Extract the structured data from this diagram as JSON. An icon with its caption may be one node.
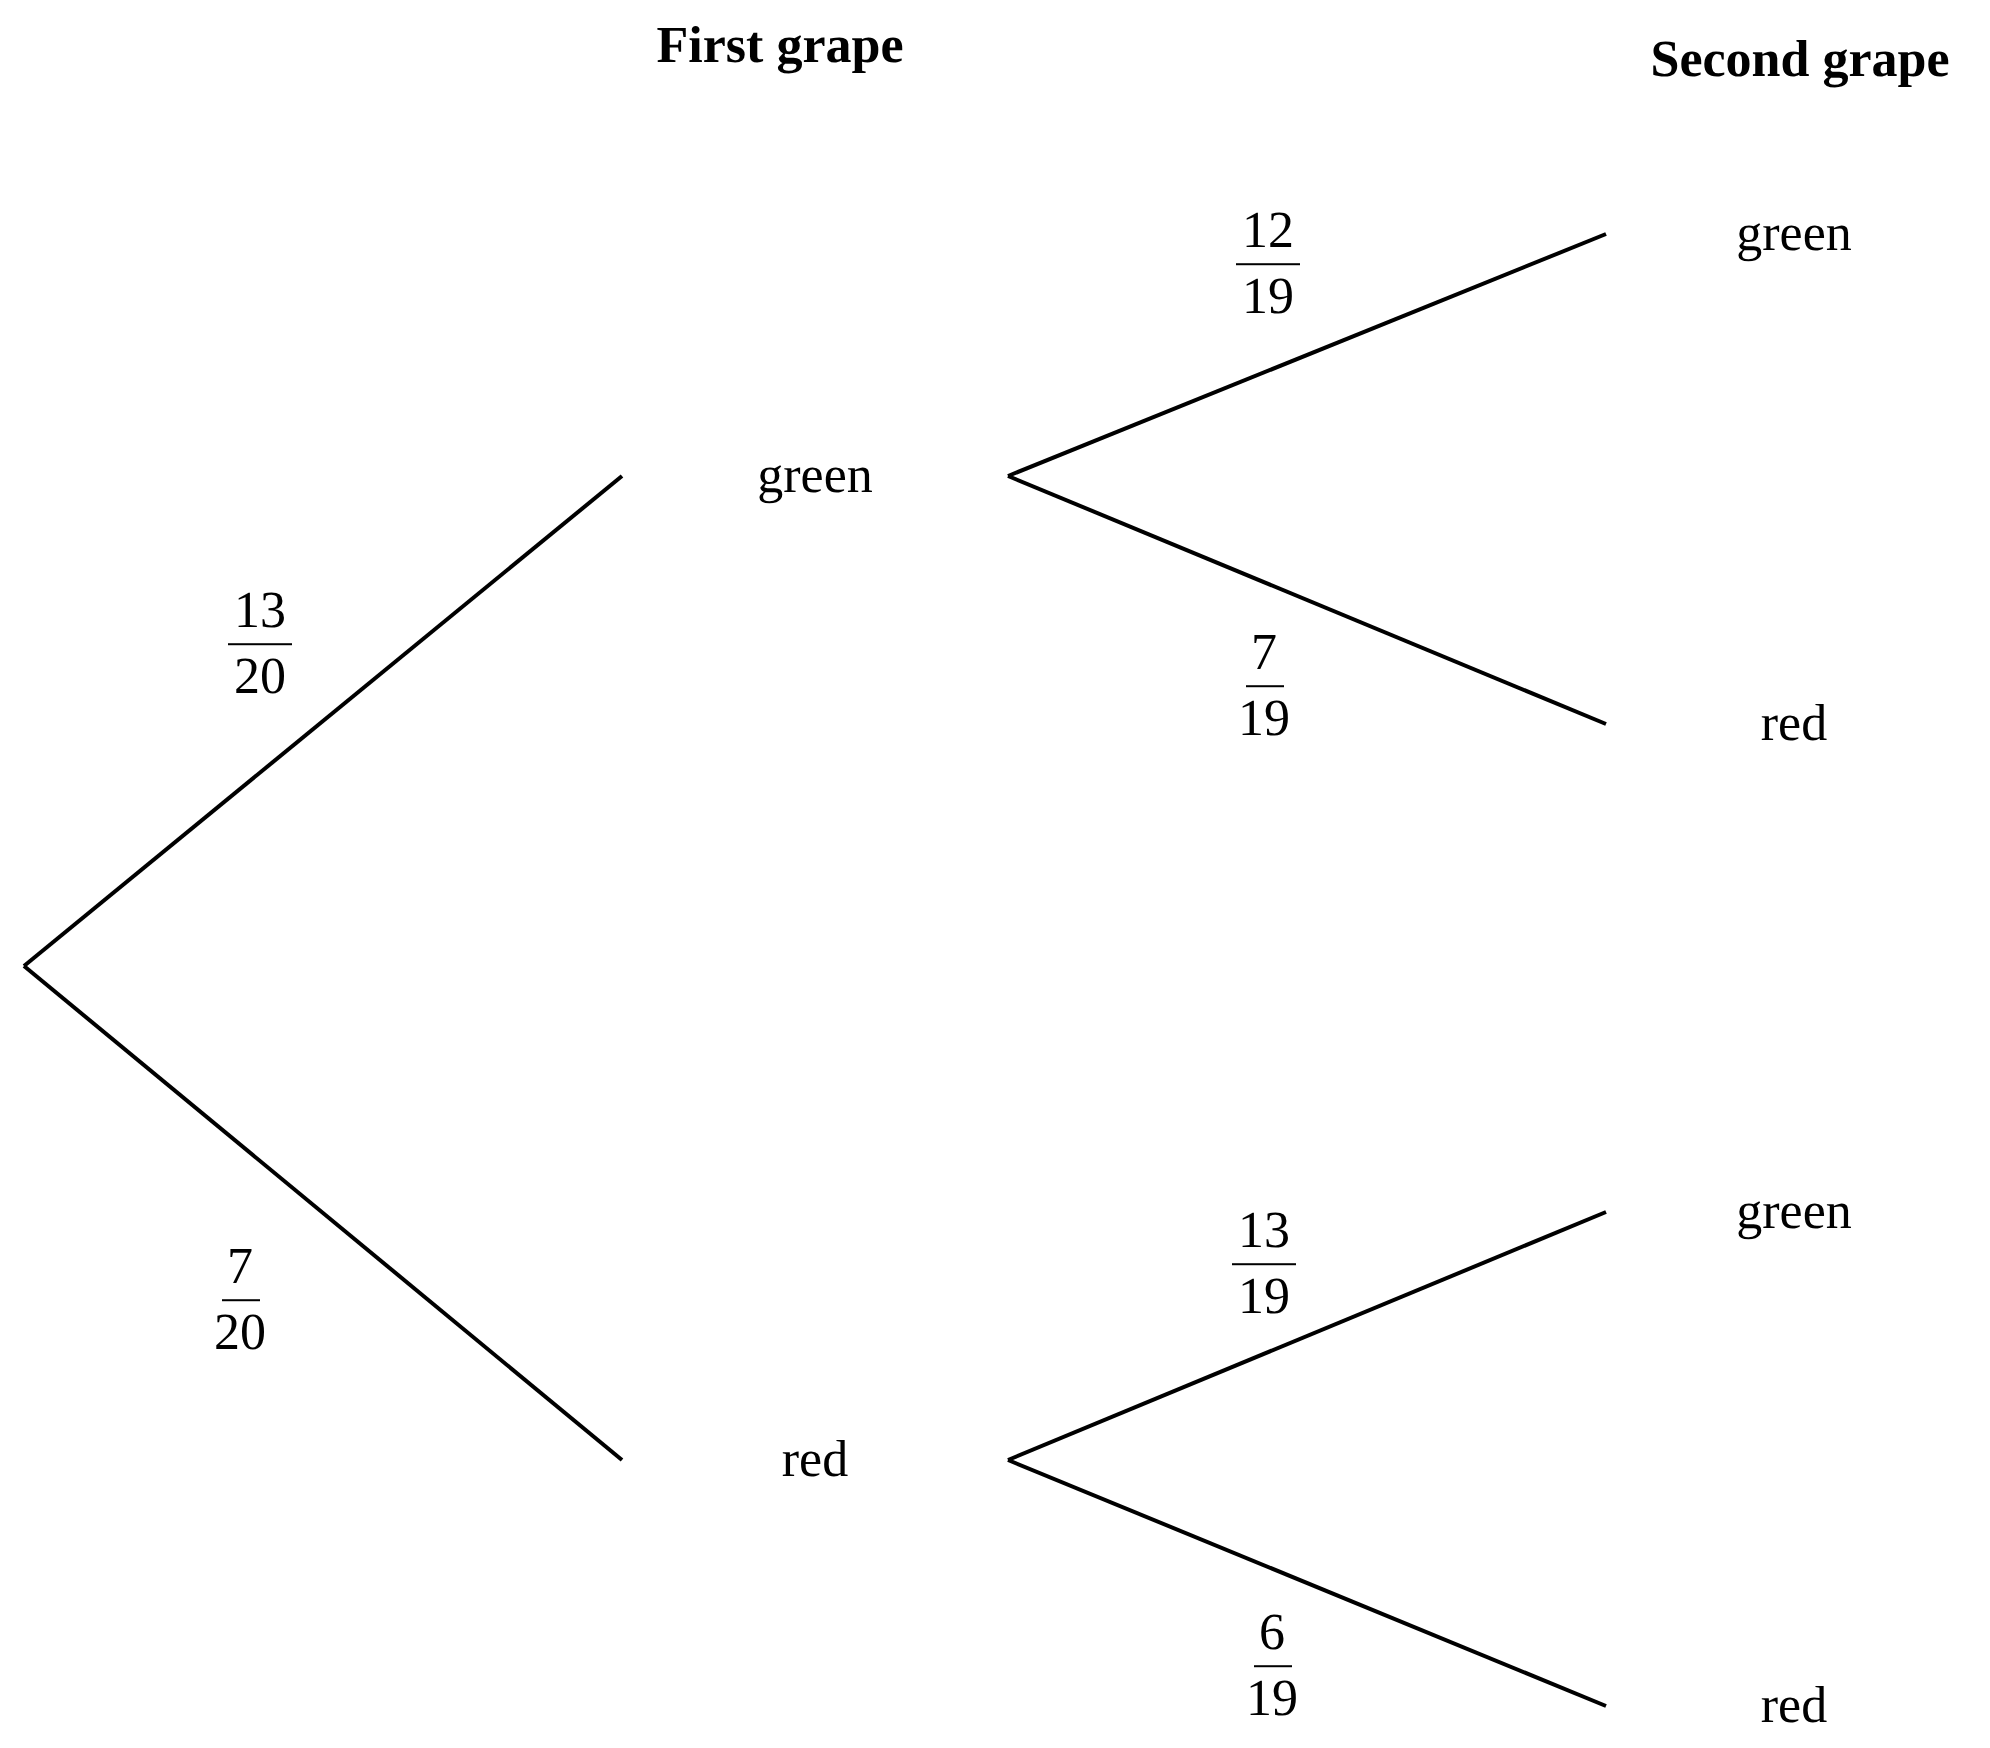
{
  "diagram": {
    "nodes": [
      {
        "text": [
          "green"
        ]
      },
      {
        "text": [
          "red"
        ]
      },
      {
        "text": [
          "green"
        ]
      },
      {
        "text": [
          "red"
        ]
      },
      {
        "text": [
          "green"
        ]
      },
      {
        "text": [
          "red"
        ]
      }
    ],
    "edges": [
      {
        "from": null,
        "to": 0,
        "arrow": "none",
        "label": "13 20"
      },
      {
        "from": null,
        "to": 1,
        "arrow": "none",
        "label": "7 20"
      },
      {
        "from": 0,
        "to": 2,
        "arrow": "none",
        "label": "12 19"
      },
      {
        "from": 0,
        "to": 3,
        "arrow": "none",
        "label": "7 19"
      },
      {
        "from": 1,
        "to": 4,
        "arrow": "none",
        "label": "13 19"
      },
      {
        "from": 1,
        "to": 5,
        "arrow": "none",
        "label": "6 19"
      }
    ],
    "labels": [
      "First grape",
      "Second grape"
    ]
  }
}
